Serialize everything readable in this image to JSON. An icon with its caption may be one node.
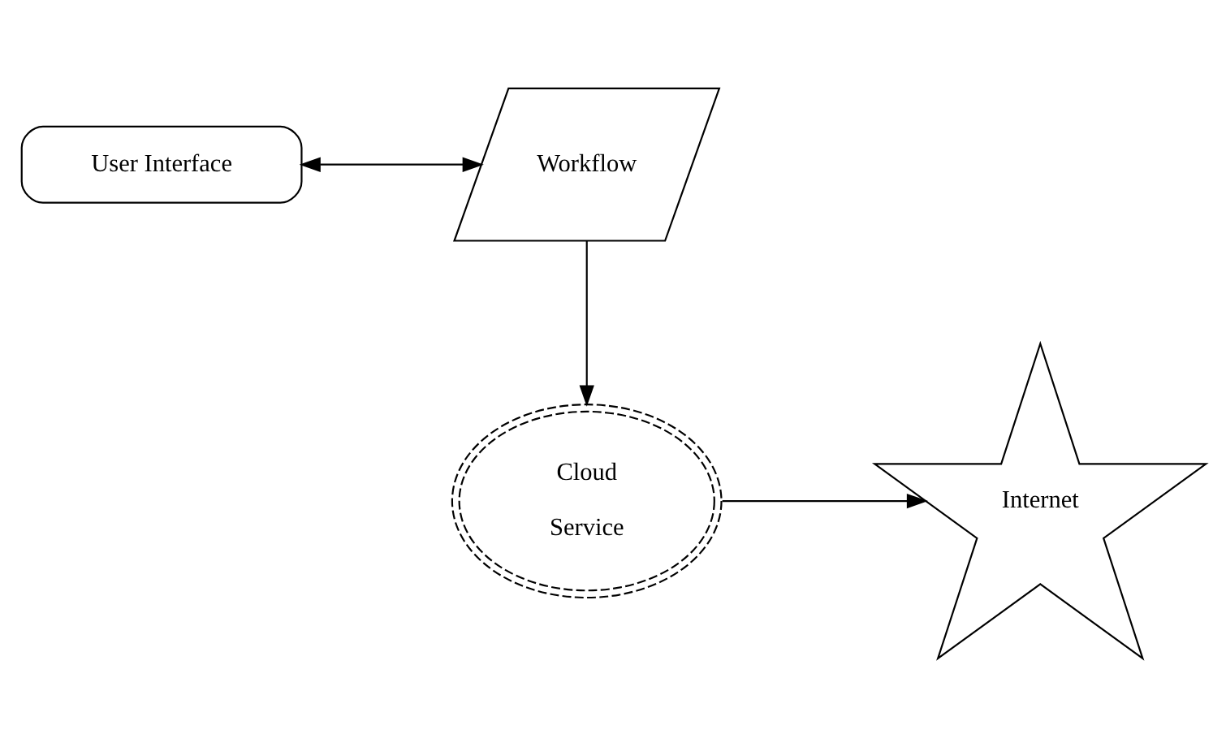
{
  "diagram": {
    "nodes": [
      {
        "text": [
          "User Interface"
        ]
      },
      {
        "text": [
          "Workflow"
        ]
      },
      {
        "text": [
          "Internet"
        ]
      },
      {
        "text": [
          "Cloud",
          "Service"
        ]
      }
    ],
    "edges": [
      {
        "from": 0,
        "to": 1,
        "arrow": "both"
      },
      {
        "from": 1,
        "to": 3,
        "arrow": "to"
      },
      {
        "from": 3,
        "to": 2,
        "arrow": "to"
      }
    ]
  }
}
